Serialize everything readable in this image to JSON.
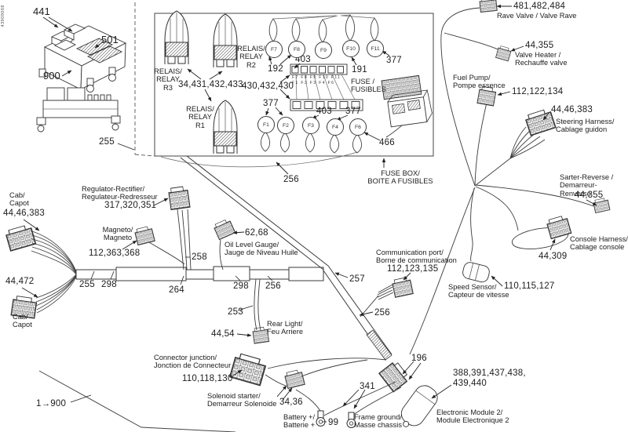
{
  "side_code": "43909068",
  "iso": {
    "n441": "441",
    "n501": "501",
    "n900": "900"
  },
  "panel": {
    "relay_r3": "RELAIS/\nRELAY\nR3",
    "relay_r2": "RELAIS/\nRELAY\nR2",
    "relay_r1": "RELAIS/\nRELAY\nR1",
    "relays_num": "34,431,432,433",
    "n192": "192",
    "n403_top": "403",
    "n191": "191",
    "n377_tr": "377",
    "fuse_caption": "FUSE /\nFUSIBLES",
    "strip_num": "430,432,430",
    "strip_row_top": "F7 F8 F9 F10 F11",
    "strip_row_bottom": "F1 F2 F3 F4 F6",
    "n377_l": "377",
    "n403_b": "403",
    "n377_b": "377",
    "n466": "466",
    "box_caption": "FUSE BOX/\nBOITE A FUSIBLES",
    "fuses": {
      "f1": "F1",
      "f2": "F2",
      "f3": "F3",
      "f4": "F4",
      "f6": "F6",
      "f7": "F7",
      "f8": "F8",
      "f9": "F9",
      "f10": "F10",
      "f11": "F11"
    }
  },
  "left": {
    "cab_top": "Cab/\nCapot",
    "cab_top_num": "44,46,383",
    "cab_bot_num": "44,472",
    "cab_bot": "Cab/\nCapot",
    "regulator": "Regulator-Rectifier/\nRegulateur-Redresseur",
    "regulator_num": "317,320,351",
    "magneto": "Magneto/\nMagneto",
    "magneto_num": "112,363,368",
    "oil_num": "62,68",
    "oil": "Oil Level Gauge/\nJauge de Niveau Huile",
    "n255_top": "255",
    "n255": "255",
    "n298_l": "298",
    "n258": "258",
    "n264": "264",
    "n298_m": "298",
    "n256_m": "256",
    "n256_box": "256",
    "n253": "253",
    "rear_light": "Rear Light/\nFeu Arriere",
    "rear_light_num": "44,54",
    "conn_junction": "Connector junction/\nJonction de Connecteur",
    "conn_junction_num": "110,118,130",
    "n1_900": "1→900"
  },
  "right": {
    "rave_num": "481,482,484",
    "rave": "Rave Valve / Valve Rave",
    "heater_num": "44,355",
    "heater": "Valve Heater /\nRechauffe valve",
    "fuel": "Fuel Pump/\nPompe essence",
    "fuel_num": "112,122,134",
    "steering_num": "44,46,383",
    "steering": "Steering Harness/\nCablage guidon",
    "starter": "Sarter-Reverse /\nDemarreur-Renverse",
    "starter_num": "44,355",
    "console": "Console Harness/\nCablage console",
    "console_num": "44,309",
    "comm": "Communication port/\nBorne de communication",
    "comm_num": "112,123,135",
    "speed": "Speed Sensor/\nCapteur de vitesse",
    "speed_num": "110,115,127",
    "n257": "257",
    "n256_d": "256"
  },
  "bottom": {
    "n196": "196",
    "ecu_num": "388,391,437,438,\n439,440",
    "ecu": "Electronic Module 2/\nModule Electronique 2",
    "solenoid": "Solenoid starter/\nDemarreur Solenoide",
    "solenoid_num": "34,36",
    "battery": "Battery +/\nBatterie +",
    "battery_num": "99",
    "n341": "341",
    "frame_ground": "Frame ground/\nMasse chassis"
  },
  "colors": {
    "ink": "#1c1c1c",
    "line": "#3a3a3a",
    "bg": "#ffffff"
  }
}
